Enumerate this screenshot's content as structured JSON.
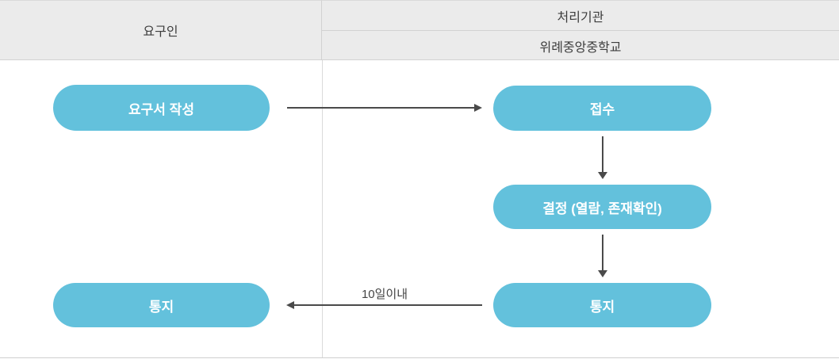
{
  "header": {
    "requester_column_title": "요구인",
    "agency_column_title": "처리기관",
    "agency_name": "위례중앙중학교"
  },
  "flow": {
    "requester_steps": [
      {
        "label": "요구서 작성"
      },
      {
        "label": "통지"
      }
    ],
    "agency_steps": [
      {
        "label": "접수"
      },
      {
        "label": "결정 (열람, 존재확인)"
      },
      {
        "label": "통지"
      }
    ],
    "deadline_label": "10일이내"
  },
  "colors": {
    "node_fill": "#63c1dc",
    "node_text": "#ffffff",
    "header_bg": "#ebebeb",
    "header_border": "#d2d2d2",
    "arrow": "#4a4a4a",
    "label_text": "#444444"
  }
}
